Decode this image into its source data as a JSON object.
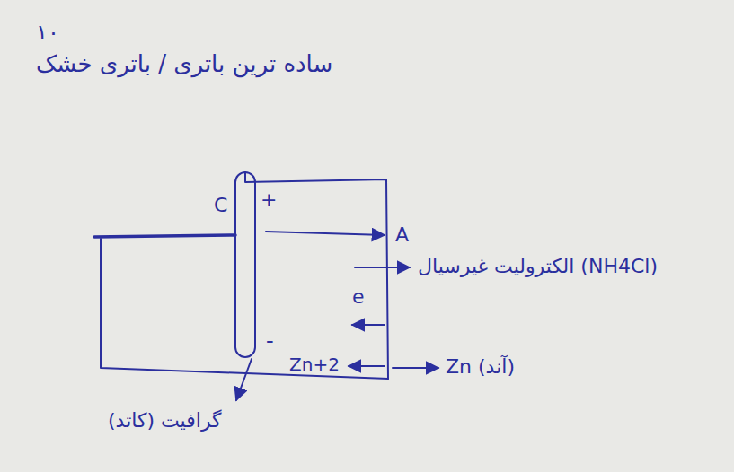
{
  "diagram": {
    "title": "ساده ترین باتری / باتری خشک",
    "labels": [
      "۱۰",
      "C",
      "+",
      "A",
      "الکترولیت غیرسیال (NH4Cl)",
      "e",
      "Zn+2",
      "Zn (آند)",
      "-",
      "گرافیت (کاتد)"
    ]
  }
}
